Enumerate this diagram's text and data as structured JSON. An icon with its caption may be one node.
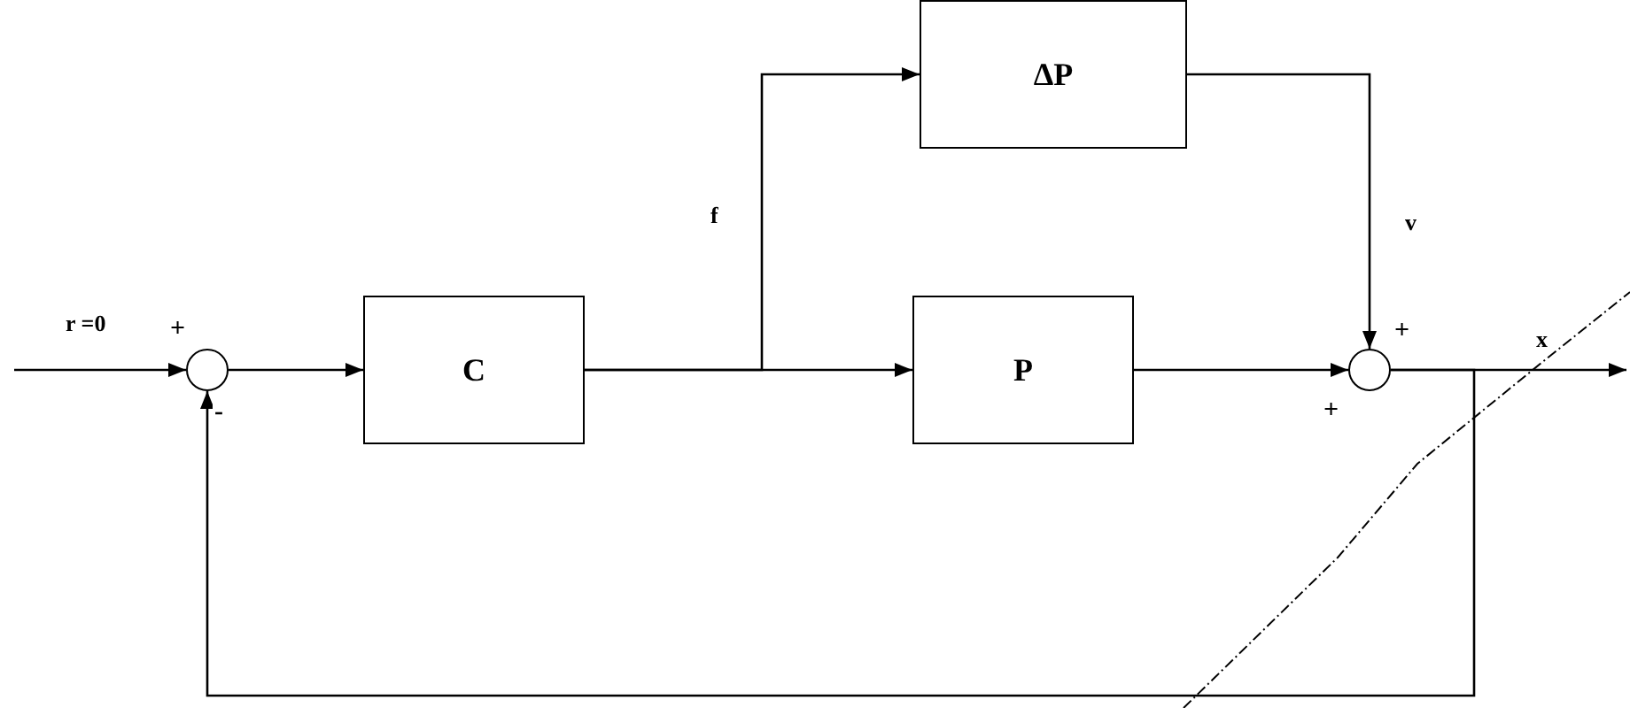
{
  "diagram": {
    "nodes": [
      {
        "text": [],
        "shape": "circle"
      },
      {
        "text": [
          "C"
        ]
      },
      {
        "text": [
          "P"
        ]
      },
      {
        "text": [
          "ΔP"
        ]
      },
      {
        "text": [],
        "shape": "circle"
      }
    ],
    "edges": [
      {
        "from": null,
        "to": 0,
        "arrow": "to",
        "label": "r =0"
      },
      {
        "from": 0,
        "to": 1,
        "arrow": "to"
      },
      {
        "from": 1,
        "to": 2,
        "arrow": "to"
      },
      {
        "from": 1,
        "to": 3,
        "arrow": "to",
        "label": "f"
      },
      {
        "from": 3,
        "to": 4,
        "arrow": "to",
        "label": "v"
      },
      {
        "from": 2,
        "to": 4,
        "arrow": "to"
      },
      {
        "from": 4,
        "to": null,
        "arrow": "to",
        "label": "x"
      },
      {
        "from": 4,
        "to": 0,
        "arrow": "to"
      }
    ],
    "labels": [
      "+",
      "+",
      "-",
      "+"
    ]
  }
}
